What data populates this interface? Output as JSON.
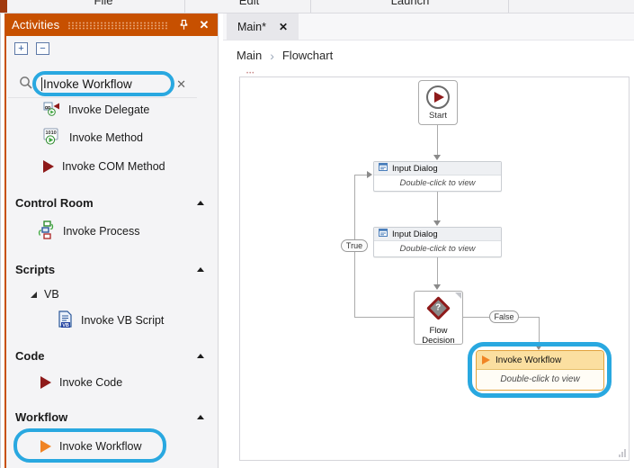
{
  "colors": {
    "panel_accent_orange": "#C75000",
    "annotation_blue": "#29A8E0",
    "invoke_node_header": "#FBDFA0",
    "invoke_node_border": "#E2A23C",
    "maroon_play": "#8E1A1A",
    "orange_play": "#F08424"
  },
  "top_menu": {
    "file": "File",
    "edit": "Edit",
    "launch": "Launch"
  },
  "activities": {
    "title": "Activities",
    "expand_all_glyph": "+",
    "collapse_all_glyph": "−",
    "close_glyph": "✕",
    "search_value": "Invoke Workflow",
    "clear_glyph": "✕",
    "method_icon_text": "1010",
    "vb_icon_text": "VB",
    "results": [
      {
        "label": "Invoke Delegate"
      },
      {
        "label": "Invoke Method"
      },
      {
        "label": "Invoke COM Method"
      }
    ],
    "section_control_room": "Control Room",
    "item_invoke_process": "Invoke Process",
    "section_scripts": "Scripts",
    "tree_vb": "VB",
    "item_invoke_vb_script": "Invoke VB Script",
    "section_code": "Code",
    "item_invoke_code": "Invoke Code",
    "section_workflow": "Workflow",
    "item_invoke_workflow": "Invoke Workflow"
  },
  "editor": {
    "tab_label": "Main*",
    "tab_close_glyph": "✕",
    "breadcrumb_root": "Main",
    "breadcrumb_sep": "›",
    "breadcrumb_current": "Flowchart"
  },
  "flowchart": {
    "start_label": "Start",
    "dialog1": {
      "title": "Input Dialog",
      "body": "Double-click to view"
    },
    "dialog2": {
      "title": "Input Dialog",
      "body": "Double-click to view"
    },
    "decision_label": "Flow Decision",
    "decision_glyph": "?",
    "branch_true": "True",
    "branch_false": "False",
    "invoke": {
      "title": "Invoke Workflow",
      "body": "Double-click to view"
    }
  }
}
